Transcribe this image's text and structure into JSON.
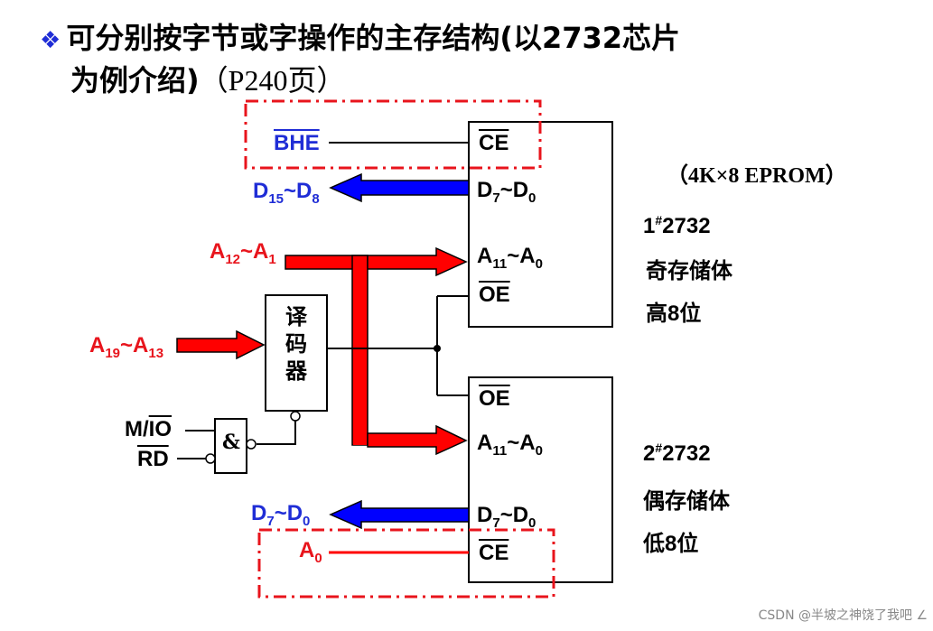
{
  "title": {
    "line1": "可分别按字节或字操作的主存结构(以2732芯片",
    "line2_a": "为例介绍)",
    "line2_b": "（P240页）"
  },
  "chip_type": "（4K×8 EPROM）",
  "chip1": {
    "ce": "CE",
    "data": [
      "D",
      "7",
      "~D",
      "0"
    ],
    "addr": [
      "A",
      "11",
      "~A",
      "0"
    ],
    "oe": "OE",
    "name_a": "1",
    "name_sup": "#",
    "name_b": "2732",
    "desc1": "奇存储体",
    "desc2": "高8位"
  },
  "chip2": {
    "oe": "OE",
    "addr": [
      "A",
      "11",
      "~A",
      "0"
    ],
    "data": [
      "D",
      "7",
      "~D",
      "0"
    ],
    "ce": "CE",
    "name_a": "2",
    "name_sup": "#",
    "name_b": "2732",
    "desc1": "偶存储体",
    "desc2": "低8位"
  },
  "signals": {
    "bhe": "BHE",
    "d15_d8": [
      "D",
      "15",
      "~D",
      "8"
    ],
    "a12_a1": [
      "A",
      "12",
      "~A",
      "1"
    ],
    "a19_a13": [
      "A",
      "19",
      "~A",
      "13"
    ],
    "m_io_a": "M/",
    "m_io_b": "IO",
    "rd": "RD",
    "d7_d0": [
      "D",
      "7",
      "~D",
      "0"
    ],
    "a0": [
      "A",
      "0"
    ]
  },
  "decoder": [
    "译",
    "码",
    "器"
  ],
  "and_gate": "&",
  "watermark": "CSDN @半坡之神饶了我吧 ∠",
  "colors": {
    "blue": "#1f2dd6",
    "red": "#e8141c",
    "bus_red": "#ff0000",
    "bus_blue": "#0000ff"
  }
}
